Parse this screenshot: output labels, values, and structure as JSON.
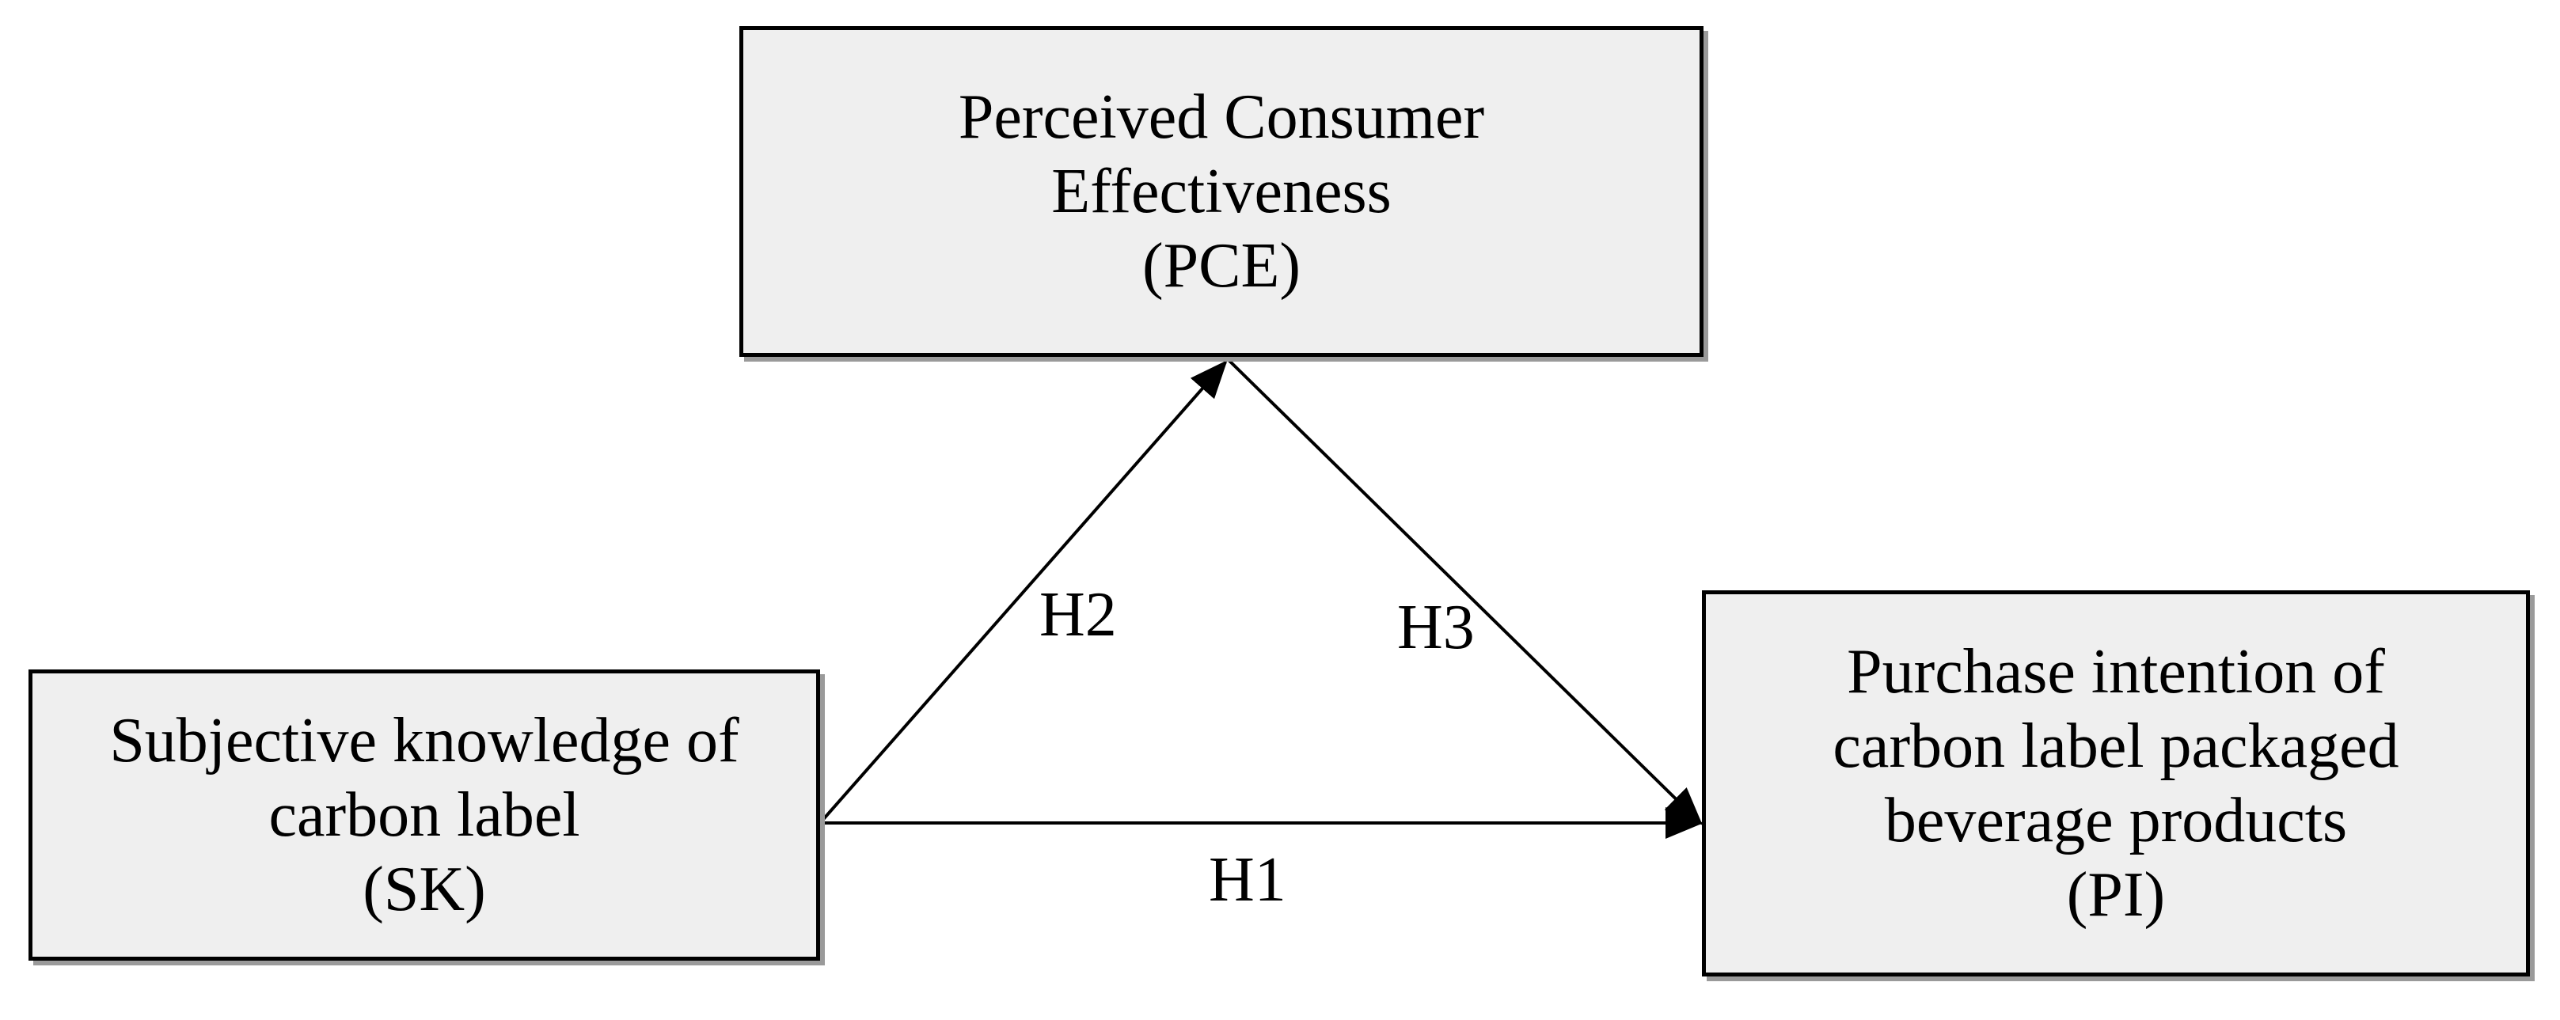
{
  "nodes": {
    "pce": {
      "lines": [
        "Perceived Consumer",
        "Effectiveness",
        "(PCE)"
      ]
    },
    "sk": {
      "lines": [
        "Subjective knowledge of",
        "carbon label",
        "(SK)"
      ]
    },
    "pi": {
      "lines": [
        "Purchase intention of",
        "carbon label packaged",
        "beverage products",
        "(PI)"
      ]
    }
  },
  "edges": {
    "h1": {
      "label": "H1",
      "from": "sk",
      "to": "pi"
    },
    "h2": {
      "label": "H2",
      "from": "sk",
      "to": "pce"
    },
    "h3": {
      "label": "H3",
      "from": "pce",
      "to": "pi"
    }
  },
  "colors": {
    "box_fill": "#efefef",
    "box_border": "#000000",
    "box_shadow": "#9a9a9a",
    "arrow": "#000000"
  }
}
